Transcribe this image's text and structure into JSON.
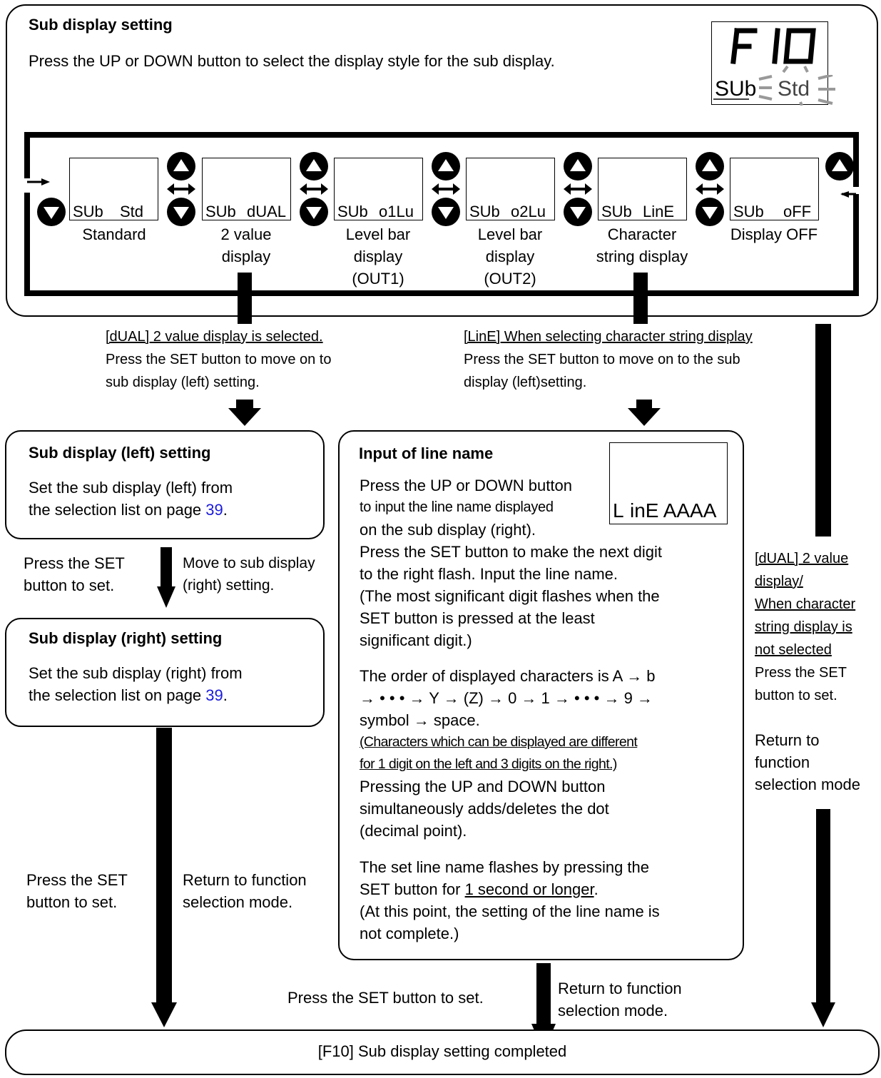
{
  "top": {
    "title": "Sub display setting",
    "desc": "Press the UP or DOWN button to select the display style for the sub display.",
    "lcd_main": "F 10",
    "lcd_sub_left": "SUb",
    "lcd_sub_right": "Std"
  },
  "options": [
    {
      "lcd_left": "SUb",
      "lcd_right": "Std",
      "caption": [
        "Standard"
      ]
    },
    {
      "lcd_left": "SUb",
      "lcd_right": "dUAL",
      "caption": [
        "2 value",
        "display"
      ]
    },
    {
      "lcd_left": "SUb",
      "lcd_right": "o1Lu",
      "caption": [
        "Level bar",
        "display",
        "(OUT1)"
      ]
    },
    {
      "lcd_left": "SUb",
      "lcd_right": "o2Lu",
      "caption": [
        "Level bar",
        "display",
        "(OUT2)"
      ]
    },
    {
      "lcd_left": "SUb",
      "lcd_right": "LinE",
      "caption": [
        "Character",
        "string display"
      ]
    },
    {
      "lcd_left": "SUb",
      "lcd_right": "oFF",
      "caption": [
        "Display OFF"
      ]
    }
  ],
  "dual_note": {
    "line1": "[dUAL] 2 value display is selected.",
    "line2": "Press the SET button to move on to",
    "line3": "sub display (left) setting."
  },
  "line_note": {
    "line1": "[LinE] When selecting character string display",
    "line2": "Press the SET button to move on to the sub",
    "line3": "display (left)setting."
  },
  "left_box": {
    "title": "Sub display (left) setting",
    "line1": "Set the sub display (left) from",
    "line2_pre": "the selection list on page ",
    "page": "39",
    "line2_post": "."
  },
  "right_box": {
    "title": "Sub display (right) setting",
    "line1": "Set the sub display (right) from",
    "line2_pre": "the selection list on page ",
    "page": "39",
    "line2_post": "."
  },
  "mid_left": {
    "a1": "Press the SET",
    "a2": "button to set.",
    "b1": "Move to sub display",
    "b2": "(right) setting."
  },
  "input_box": {
    "title": "Input of line name",
    "p1": "Press the UP or DOWN button",
    "p2": "to input the line name displayed",
    "p3": "on the sub display (right).",
    "p4": "Press the SET button to make the next digit",
    "p5": "to the right flash. Input the line name.",
    "p6": "(The most significant digit flashes when the",
    "p7": "SET button is pressed at the least",
    "p8": "significant digit.)",
    "p9": "The order of displayed characters is A → b",
    "p10": "→ • • • → Y → (Z) → 0 → 1 → • • • → 9 →",
    "p11": "symbol → space.",
    "p12": "(Characters which can be displayed are different",
    "p13": "for 1 digit on the left and 3 digits on the right.)",
    "p14": "Pressing the UP and DOWN button",
    "p15": "simultaneously adds/deletes the dot",
    "p16": "(decimal point).",
    "p17": "The set line name flashes by pressing the",
    "p18_pre": "SET button for ",
    "p18_u": "1 second or longer",
    "p18_post": ".",
    "p19": "(At this point, the setting of the line name is",
    "p20": "not complete.)",
    "lcd_left": "L",
    "lcd_right": "inE AAAA"
  },
  "right_note": {
    "l1": "[dUAL] 2 value ",
    "l2": "display/",
    "l3": "When character ",
    "l4": "string display is ",
    "l5": "not selected",
    "l6": "Press the SET",
    "l7": "button to set.",
    "r1": "Return to",
    "r2": "function",
    "r3": "selection mode"
  },
  "bottom_left": {
    "a1": "Press the SET",
    "a2": "button to set.",
    "b1": "Return to function",
    "b2": "selection mode."
  },
  "bottom_center": {
    "a": "Press the SET button to set.",
    "b1": "Return to function",
    "b2": "selection mode."
  },
  "final": "[F10] Sub display setting completed"
}
